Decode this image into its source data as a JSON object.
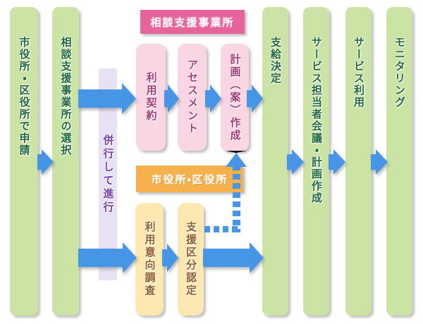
{
  "palette": {
    "background": "#ffffff",
    "stage_bar_green": "#cbe4a6",
    "stage_text_green": "#21683e",
    "parallel_bar_lavender": "#e8e1f6",
    "parallel_text_purple": "#7b3fa6",
    "consult_header_pink": "#e7639c",
    "consult_box_pink": "#fad5e4",
    "consult_text_pink": "#a23d75",
    "city_header_orange": "#f6b04c",
    "city_box_yellow": "#fce8b0",
    "city_text_brown": "#8f5f2a",
    "arrow_blue": "#4795e6",
    "header_text": "#ffffff"
  },
  "stages": [
    {
      "id": "apply",
      "label": "市役所・区役所で申請"
    },
    {
      "id": "select",
      "label": "相談支援事業所の選択"
    },
    {
      "id": "decision",
      "label": "支給決定"
    },
    {
      "id": "meeting",
      "label": "サービス担当者会議・計画作成"
    },
    {
      "id": "use",
      "label": "サービス利用"
    },
    {
      "id": "monitoring",
      "label": "モニタリング"
    }
  ],
  "parallel_note": {
    "label": "併行して進行"
  },
  "consultation_track": {
    "header": "相談支援事業所",
    "steps": [
      {
        "label": "利用契約"
      },
      {
        "label": "アセスメント"
      },
      {
        "label": "計画（案）作成"
      }
    ]
  },
  "city_track": {
    "header": "市役所・区役所",
    "steps": [
      {
        "label": "利用意向調査"
      },
      {
        "label": "支援区分認定"
      }
    ]
  }
}
